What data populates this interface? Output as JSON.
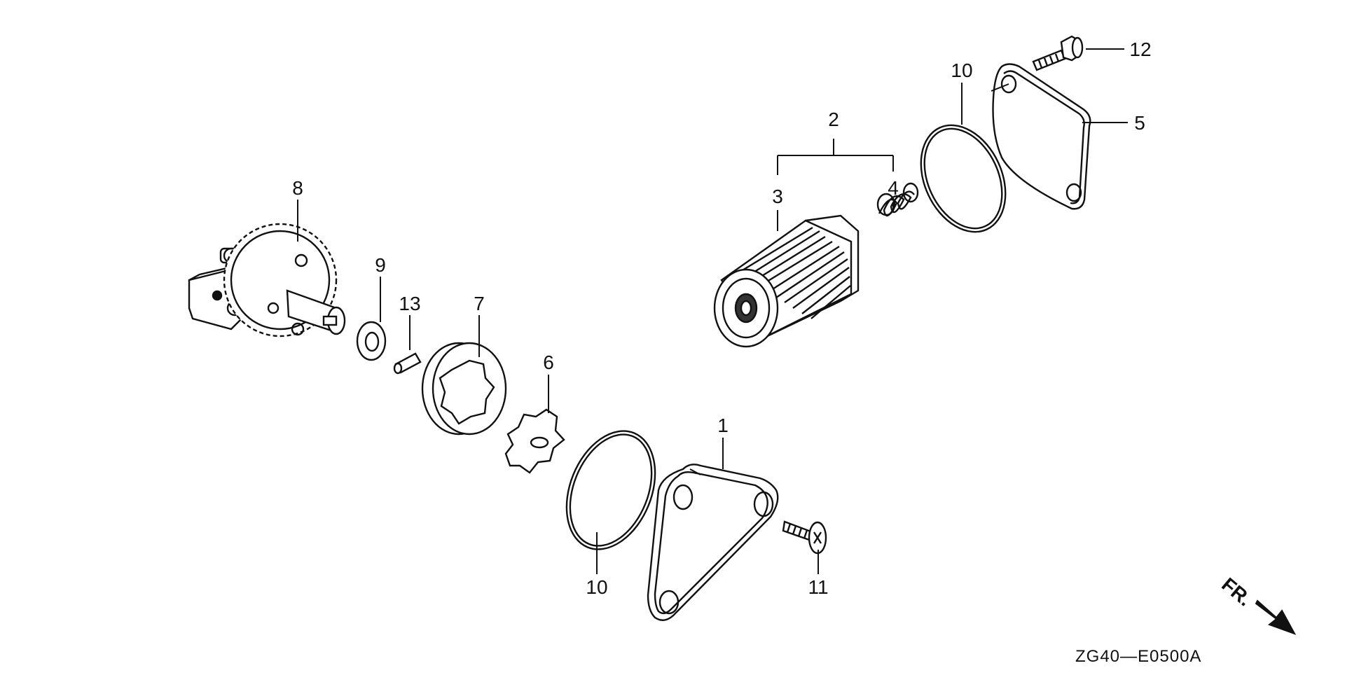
{
  "diagram": {
    "callouts": {
      "c1": "1",
      "c2": "2",
      "c3": "3",
      "c4": "4",
      "c5": "5",
      "c6": "6",
      "c7": "7",
      "c8": "8",
      "c9": "9",
      "c10a": "10",
      "c10b": "10",
      "c11": "11",
      "c12": "12",
      "c13": "13"
    },
    "direction_label": "FR.",
    "diagram_code": "ZG40—E0500A"
  }
}
